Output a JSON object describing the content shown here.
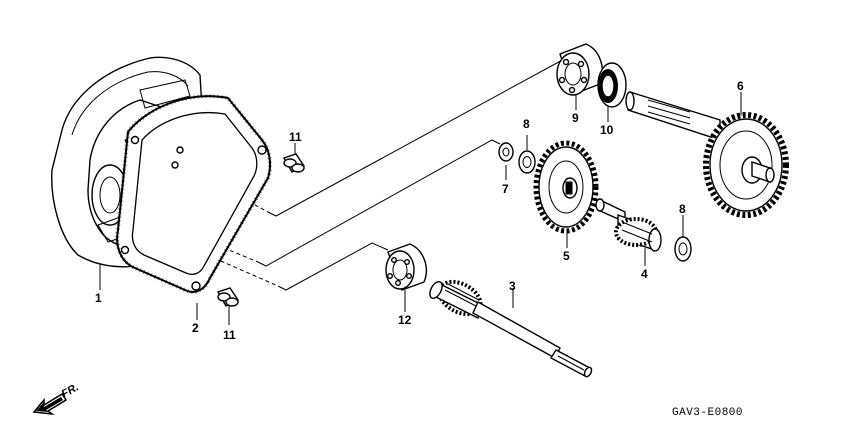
{
  "diagram_code": "GAV3-E0800",
  "direction_label": "FR.",
  "parts": [
    {
      "id": "p1",
      "number": "1",
      "icon": "transmission-case"
    },
    {
      "id": "p2",
      "number": "2",
      "icon": "gasket"
    },
    {
      "id": "p3",
      "number": "3",
      "icon": "drive-shaft"
    },
    {
      "id": "p4",
      "number": "4",
      "icon": "countershaft"
    },
    {
      "id": "p5",
      "number": "5",
      "icon": "countershaft-gear"
    },
    {
      "id": "p6",
      "number": "6",
      "icon": "final-shaft-gear"
    },
    {
      "id": "p7",
      "number": "7",
      "icon": "washer"
    },
    {
      "id": "p8a",
      "number": "8",
      "icon": "washer"
    },
    {
      "id": "p8b",
      "number": "8",
      "icon": "washer"
    },
    {
      "id": "p9",
      "number": "9",
      "icon": "ball-bearing"
    },
    {
      "id": "p10",
      "number": "10",
      "icon": "oil-seal"
    },
    {
      "id": "p11a",
      "number": "11",
      "icon": "dowel-pin"
    },
    {
      "id": "p11b",
      "number": "11",
      "icon": "dowel-pin"
    },
    {
      "id": "p12",
      "number": "12",
      "icon": "ball-bearing"
    }
  ]
}
